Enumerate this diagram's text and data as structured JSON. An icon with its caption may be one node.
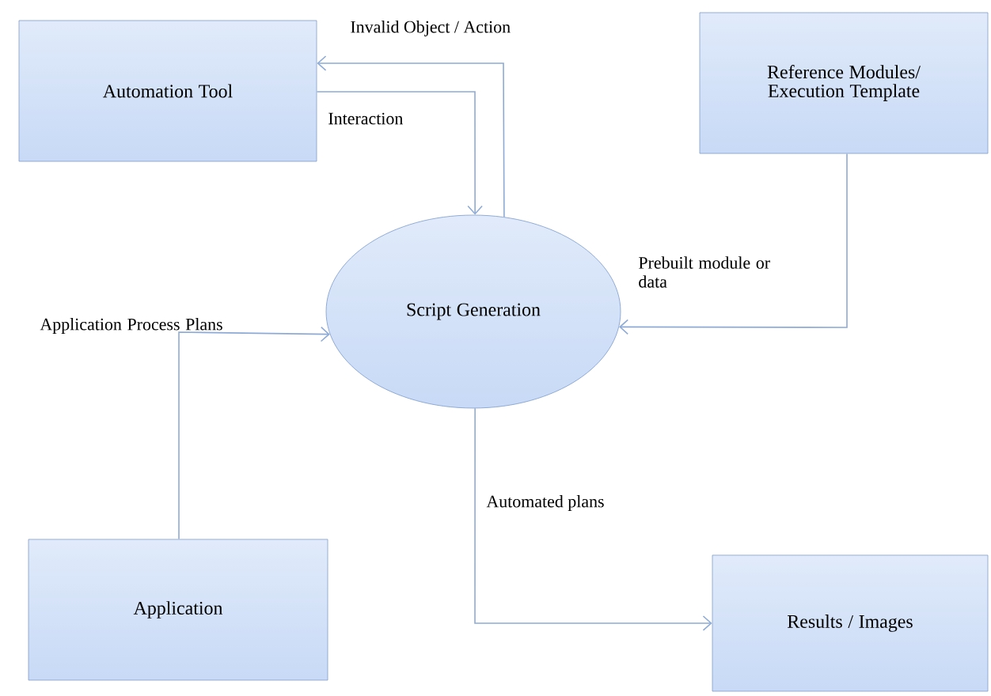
{
  "diagram": {
    "nodes": [
      {
        "text": [
          "Automation Tool"
        ]
      },
      {
        "text": [
          "Reference Modules/ Execution Template"
        ]
      },
      {
        "text": [
          "Script Generation"
        ]
      },
      {
        "text": [
          "Application"
        ]
      },
      {
        "text": [
          "Results / Images"
        ]
      }
    ],
    "edges": [
      {
        "from": 0,
        "to": 2,
        "arrow": "to",
        "label": "Interaction"
      },
      {
        "from": 2,
        "to": 0,
        "arrow": "to",
        "label": "Invalid Object / Action"
      },
      {
        "from": 1,
        "to": 2,
        "arrow": "to",
        "label": "Prebuilt module or data"
      },
      {
        "from": 3,
        "to": 2,
        "arrow": "to",
        "label": "Application Process Plans"
      },
      {
        "from": 2,
        "to": 4,
        "arrow": "to",
        "label": "Automated plans"
      }
    ]
  }
}
